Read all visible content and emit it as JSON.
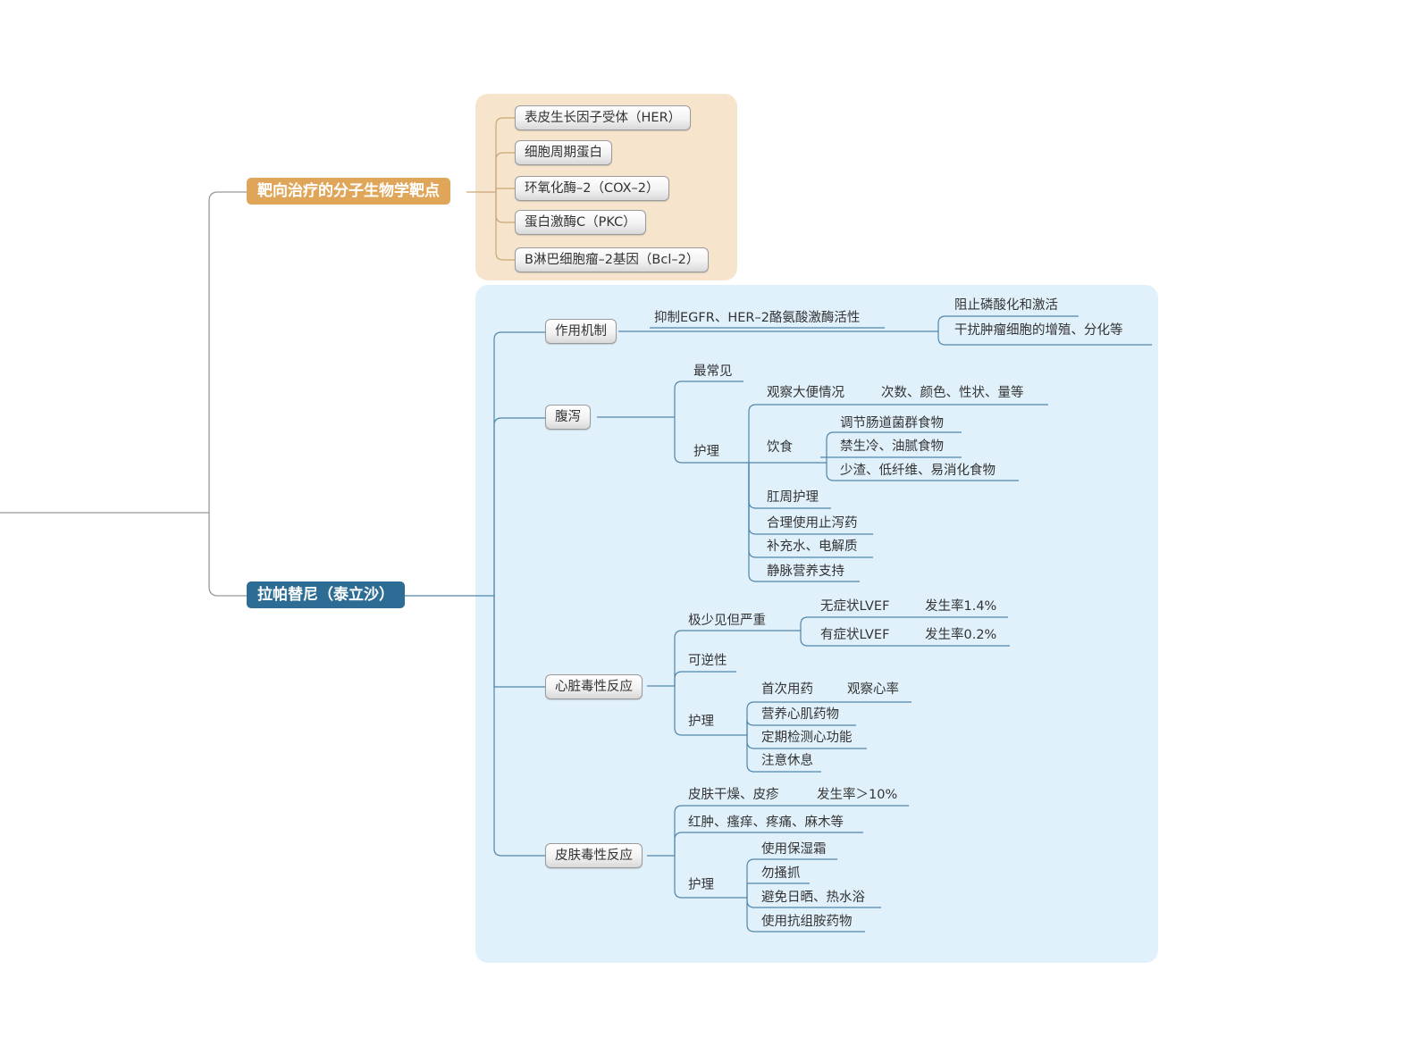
{
  "colors": {
    "root_line": "#999999",
    "orange_branch": "#dfa65a",
    "blue_branch": "#2c6c95",
    "blue_line": "#4f86ab",
    "orange_line": "#c9a678",
    "orange_region": "#f6e5cc",
    "blue_region": "#e1f1fb"
  },
  "branch_targets": {
    "title": "靶向治疗的分子生物学靶点",
    "items": [
      "表皮生长因子受体（HER）",
      "细胞周期蛋白",
      "环氧化酶–2（COX–2）",
      "蛋白激酶C（PKC）",
      "B淋巴细胞瘤–2基因（Bcl–2）"
    ]
  },
  "branch_lapatinib": {
    "title": "拉帕替尼（泰立沙）",
    "mechanism": {
      "label": "作用机制",
      "detail": "抑制EGFR、HER–2酪氨酸激酶活性",
      "effects": [
        "阻止磷酸化和激活",
        "干扰肿瘤细胞的增殖、分化等"
      ]
    },
    "diarrhea": {
      "label": "腹泻",
      "most_common": "最常见",
      "care_label": "护理",
      "observe": "观察大便情况",
      "observe_detail": "次数、颜色、性状、量等",
      "diet": "饮食",
      "diet_items": [
        "调节肠道菌群食物",
        "禁生冷、油腻食物",
        "少渣、低纤维、易消化食物"
      ],
      "care_items": [
        "肛周护理",
        "合理使用止泻药",
        "补充水、电解质",
        "静脉营养支持"
      ]
    },
    "cardiac": {
      "label": "心脏毒性反应",
      "rare": "极少见但严重",
      "asymptomatic": "无症状LVEF",
      "asymptomatic_rate": "发生率1.4%",
      "symptomatic": "有症状LVEF",
      "symptomatic_rate": "发生率0.2%",
      "reversible": "可逆性",
      "care_label": "护理",
      "first_dose": "首次用药",
      "first_dose_detail": "观察心率",
      "care_items": [
        "营养心肌药物",
        "定期检测心功能",
        "注意休息"
      ]
    },
    "skin": {
      "label": "皮肤毒性反应",
      "dry_rash": "皮肤干燥、皮疹",
      "dry_rash_rate": "发生率＞10%",
      "symptoms": "红肿、瘙痒、疼痛、麻木等",
      "care_label": "护理",
      "care_items": [
        "使用保湿霜",
        "勿搔抓",
        "避免日晒、热水浴",
        "使用抗组胺药物"
      ]
    }
  }
}
